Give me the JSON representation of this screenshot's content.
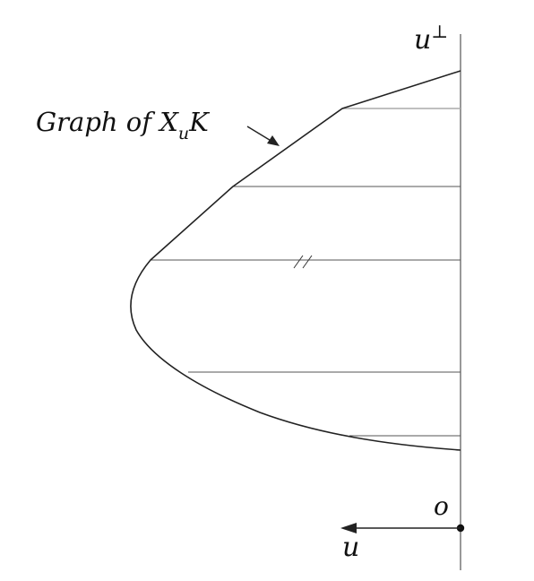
{
  "diagram": {
    "axis_label_vertical": "u",
    "axis_label_vertical_sup": "⊥",
    "origin_label": "o",
    "direction_label": "u",
    "graph_label": {
      "prefix": "Graph of X",
      "subscript": "u",
      "suffix": "K"
    },
    "parallel_mark": "//"
  },
  "colors": {
    "stroke": "#222222",
    "thin_line": "#555555",
    "light_line": "#aaaaaa",
    "background": "#ffffff"
  }
}
